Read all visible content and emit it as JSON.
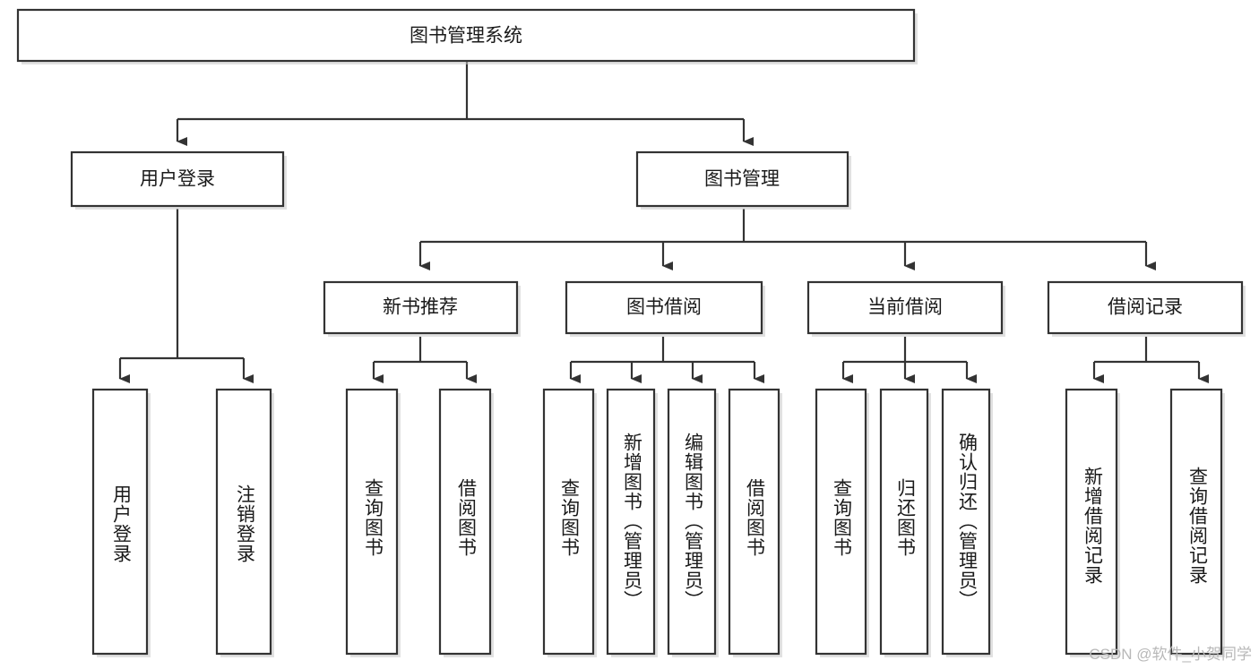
{
  "diagram": {
    "type": "tree-hierarchy",
    "title": "图书管理系统",
    "orientation": "top-down",
    "watermark": "CSDN @软件_小贺同学",
    "colors": {
      "stroke": "#333333",
      "fill": "#ffffff",
      "text": "#1a1a1a",
      "watermark": "#b8b8b8",
      "background": "#ffffff"
    },
    "levels": [
      {
        "level": 1,
        "nodes": [
          {
            "id": "root",
            "label": "图书管理系统",
            "text_orientation": "horizontal"
          }
        ]
      },
      {
        "level": 2,
        "nodes": [
          {
            "id": "user-login",
            "label": "用户登录",
            "parent": "root",
            "text_orientation": "horizontal"
          },
          {
            "id": "book-manage",
            "label": "图书管理",
            "parent": "root",
            "text_orientation": "horizontal"
          }
        ]
      },
      {
        "level": 3,
        "nodes": [
          {
            "id": "new-book-rec",
            "label": "新书推荐",
            "parent": "book-manage",
            "text_orientation": "horizontal"
          },
          {
            "id": "book-borrow",
            "label": "图书借阅",
            "parent": "book-manage",
            "text_orientation": "horizontal"
          },
          {
            "id": "current-borrow",
            "label": "当前借阅",
            "parent": "book-manage",
            "text_orientation": "horizontal"
          },
          {
            "id": "borrow-record",
            "label": "借阅记录",
            "parent": "book-manage",
            "text_orientation": "horizontal"
          }
        ]
      },
      {
        "level": 4,
        "nodes": [
          {
            "id": "leaf-user-login",
            "label": "用户登录",
            "parent": "user-login",
            "text_orientation": "vertical"
          },
          {
            "id": "leaf-user-logout",
            "label": "注销登录",
            "parent": "user-login",
            "text_orientation": "vertical"
          },
          {
            "id": "leaf-query-book-1",
            "label": "查询图书",
            "parent": "new-book-rec",
            "text_orientation": "vertical"
          },
          {
            "id": "leaf-borrow-book-1",
            "label": "借阅图书",
            "parent": "new-book-rec",
            "text_orientation": "vertical"
          },
          {
            "id": "leaf-query-book-2",
            "label": "查询图书",
            "parent": "book-borrow",
            "text_orientation": "vertical"
          },
          {
            "id": "leaf-add-book",
            "label": "新增图书（管理员）",
            "parent": "book-borrow",
            "text_orientation": "vertical"
          },
          {
            "id": "leaf-edit-book",
            "label": "编辑图书（管理员）",
            "parent": "book-borrow",
            "text_orientation": "vertical"
          },
          {
            "id": "leaf-borrow-book-2",
            "label": "借阅图书",
            "parent": "book-borrow",
            "text_orientation": "vertical"
          },
          {
            "id": "leaf-query-book-3",
            "label": "查询图书",
            "parent": "current-borrow",
            "text_orientation": "vertical"
          },
          {
            "id": "leaf-return-book",
            "label": "归还图书",
            "parent": "current-borrow",
            "text_orientation": "vertical"
          },
          {
            "id": "leaf-confirm-return",
            "label": "确认归还（管理员）",
            "parent": "current-borrow",
            "text_orientation": "vertical"
          },
          {
            "id": "leaf-add-record",
            "label": "新增借阅记录",
            "parent": "borrow-record",
            "text_orientation": "vertical"
          },
          {
            "id": "leaf-query-record",
            "label": "查询借阅记录",
            "parent": "borrow-record",
            "text_orientation": "vertical"
          }
        ]
      }
    ]
  }
}
